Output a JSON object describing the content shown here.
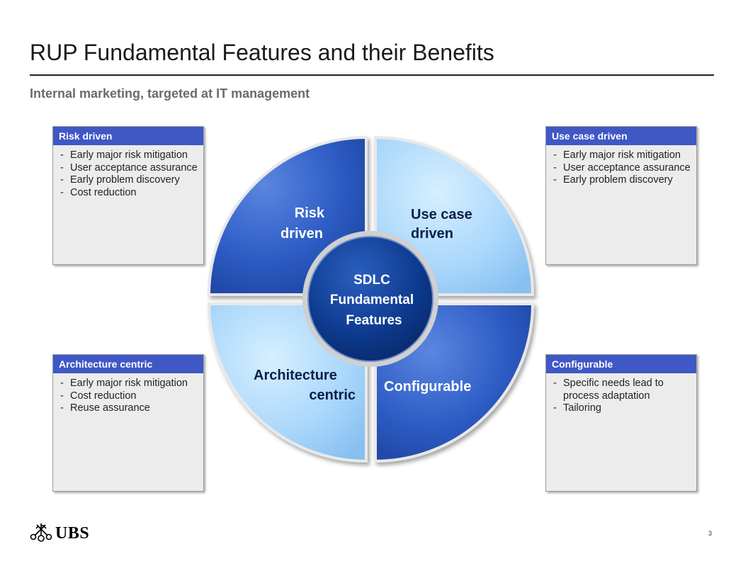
{
  "header": {
    "title": "RUP Fundamental Features and their Benefits",
    "subtitle": "Internal marketing, targeted at IT management"
  },
  "panels": [
    {
      "title": "Risk driven",
      "items": [
        "Early major risk mitigation",
        "User acceptance assurance",
        "Early problem discovery",
        "Cost reduction"
      ]
    },
    {
      "title": "Use case driven",
      "items": [
        "Early major risk mitigation",
        "User acceptance assurance",
        "Early problem discovery"
      ]
    },
    {
      "title": "Architecture centric",
      "items": [
        "Early major risk mitigation",
        "Cost reduction",
        "Reuse assurance"
      ]
    },
    {
      "title": "Configurable",
      "items": [
        "Specific needs lead to process adaptation",
        "Tailoring"
      ]
    }
  ],
  "diagram": {
    "quadrants": {
      "top_left": [
        "Risk",
        "driven"
      ],
      "top_right": [
        "Use case",
        "driven"
      ],
      "bottom_left": [
        "Architecture",
        "centric"
      ],
      "bottom_right": [
        "Configurable"
      ]
    },
    "center": [
      "SDLC",
      "Fundamental",
      "Features"
    ]
  },
  "colors": {
    "dark_blue": "#2d5cc4",
    "light_blue": "#a9d7fb",
    "center_navy": "#0d3a8e",
    "panel_header": "#3f58c6"
  },
  "footer": {
    "logo_text": "UBS",
    "logo_icon": "keys-icon",
    "page_number": "3"
  }
}
